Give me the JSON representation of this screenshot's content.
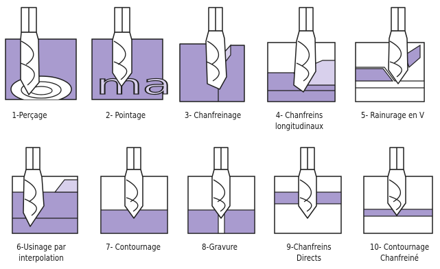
{
  "ops": [
    {
      "id": "percage",
      "lines": [
        "1-Perçage"
      ]
    },
    {
      "id": "pointage",
      "lines": [
        "2- Pointage"
      ],
      "engraved_text": "ma"
    },
    {
      "id": "chanfreinage",
      "lines": [
        "3- Chanfreinage"
      ]
    },
    {
      "id": "chanfreins-longitudinaux",
      "lines": [
        "4- Chanfreins",
        "longitudinaux"
      ]
    },
    {
      "id": "rainurage-en-v",
      "lines": [
        "5- Rainurage en V"
      ]
    },
    {
      "id": "usinage-interpolation",
      "lines": [
        "6-Usinage par",
        "interpolation"
      ]
    },
    {
      "id": "contournage",
      "lines": [
        "7- Contournage"
      ]
    },
    {
      "id": "gravure",
      "lines": [
        "8-Gravure"
      ]
    },
    {
      "id": "chanfreins-directs",
      "lines": [
        "9-Chanfreins",
        "Directs"
      ]
    },
    {
      "id": "contournage-chanfreine",
      "lines": [
        "10- Contournage",
        "Chanfreiné"
      ]
    }
  ],
  "colors": {
    "material": "#a99bcf",
    "material_light": "#d8d0ec",
    "outline": "#1e1e1e",
    "tool_fill": "#ffffff",
    "text": "#141414"
  }
}
